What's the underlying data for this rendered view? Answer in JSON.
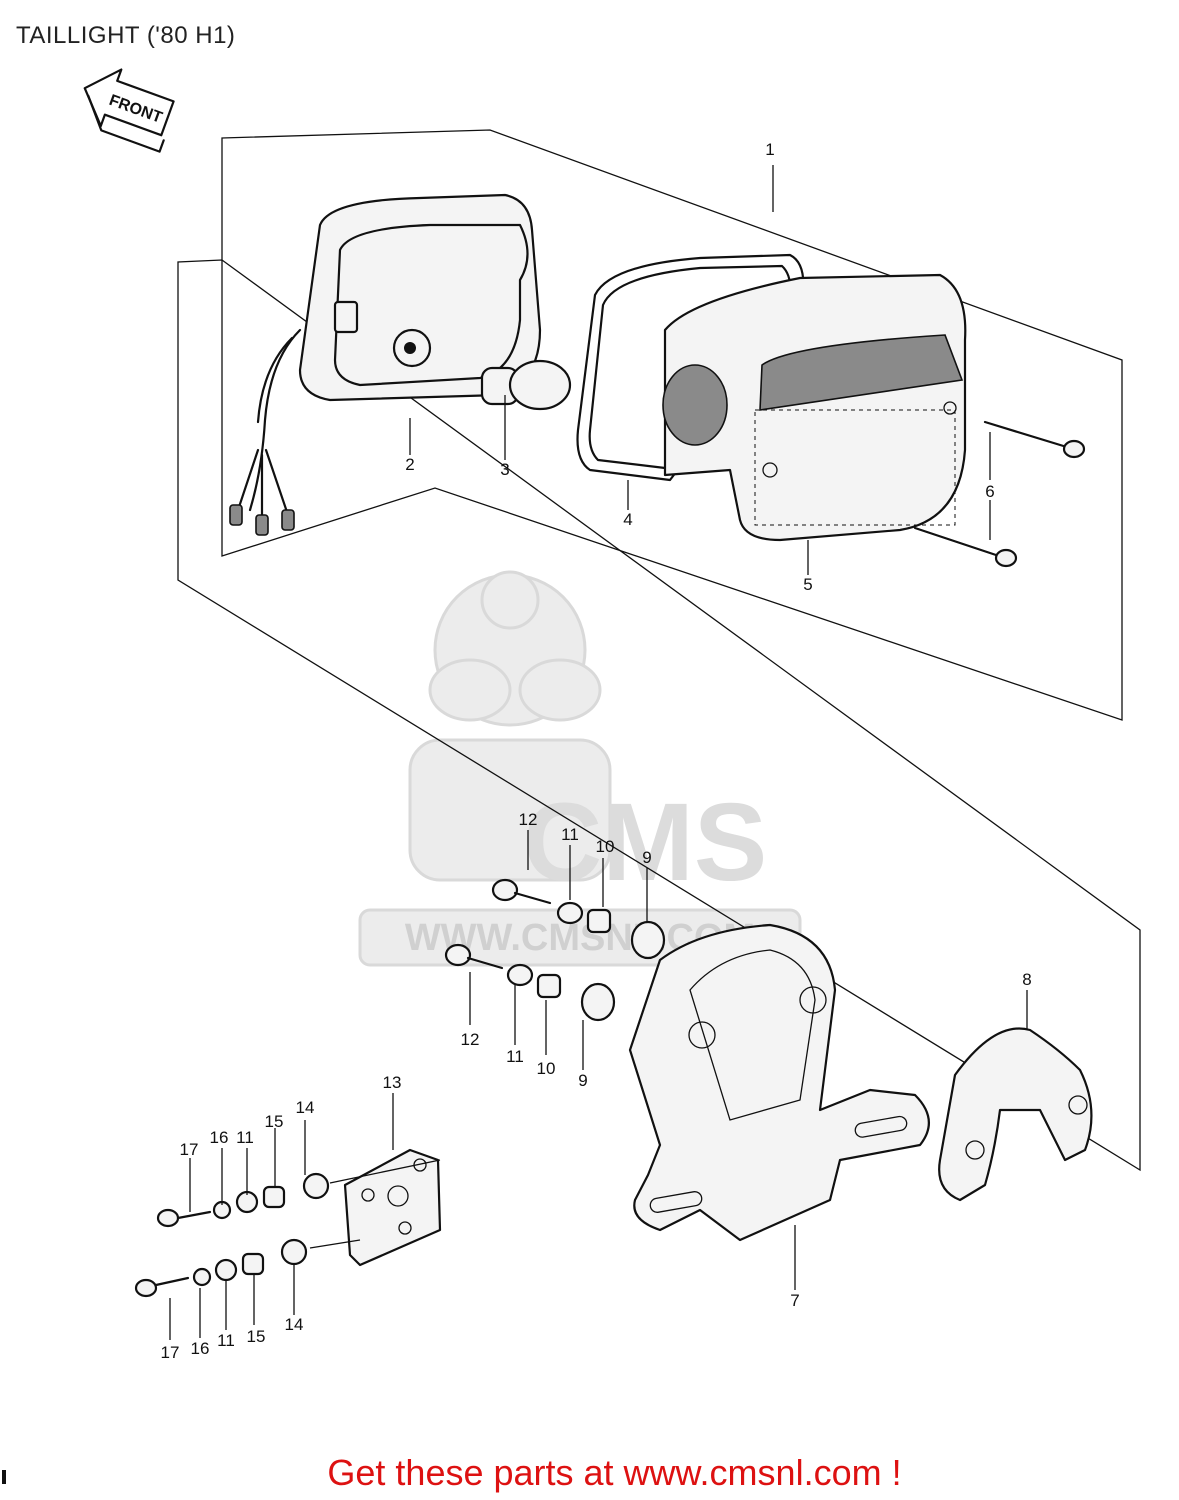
{
  "title": "TAILLIGHT ('80 H1)",
  "front_label": "FRONT",
  "watermark": {
    "brand": "CMS",
    "url": "WWW.CMSNL.COM"
  },
  "cta": "Get these parts at www.cmsnl.com !",
  "callouts": {
    "c1": "1",
    "c2": "2",
    "c3": "3",
    "c4": "4",
    "c5": "5",
    "c6": "6",
    "c7": "7",
    "c8": "8",
    "c9a": "9",
    "c9b": "9",
    "c10a": "10",
    "c10b": "10",
    "c11a": "11",
    "c11b": "11",
    "c11c": "11",
    "c11d": "11",
    "c12a": "12",
    "c12b": "12",
    "c13": "13",
    "c14a": "14",
    "c14b": "14",
    "c15a": "15",
    "c15b": "15",
    "c16a": "16",
    "c16b": "16",
    "c17a": "17",
    "c17b": "17"
  },
  "colors": {
    "ink": "#111111",
    "cta": "#dd1111",
    "watermark": "#dcdcdc"
  }
}
